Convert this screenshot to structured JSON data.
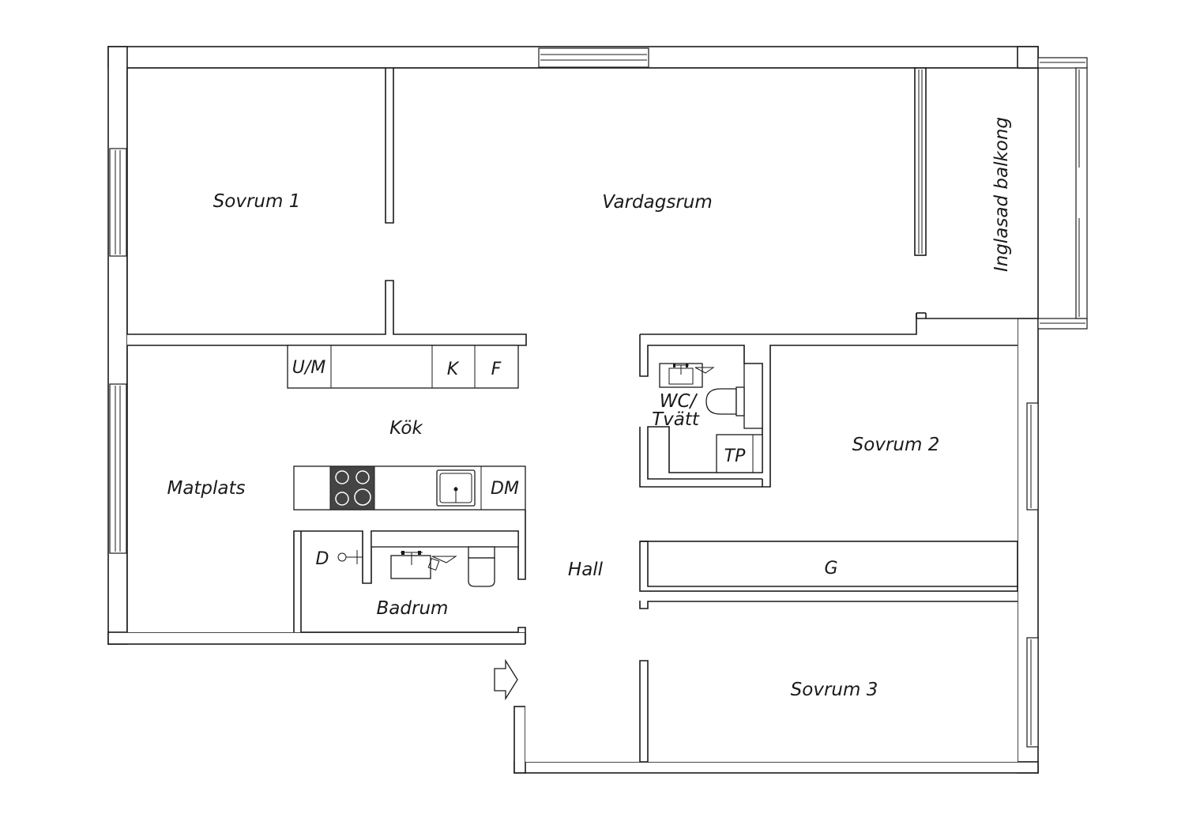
{
  "colors": {
    "background": "#ffffff",
    "walls": "#1a1a1a",
    "stove": "#444444"
  },
  "rooms": {
    "sovrum1": "Sovrum 1",
    "vardagsrum": "Vardagsrum",
    "balkong": "Inglasad balkong",
    "kok": "Kök",
    "matplats": "Matplats",
    "badrum": "Badrum",
    "hall": "Hall",
    "wc": "WC/",
    "tvatt": "Tvätt",
    "sovrum2": "Sovrum 2",
    "sovrum3": "Sovrum 3"
  },
  "fixtures": {
    "um": "U/M",
    "k": "K",
    "f": "F",
    "dm": "DM",
    "d": "D",
    "tp": "TP",
    "g": "G"
  },
  "icons": {
    "entrance": "entrance-arrow-icon",
    "stove": "stove-icon",
    "sink": "sink-icon",
    "toilet": "toilet-icon",
    "shower": "shower-icon"
  }
}
